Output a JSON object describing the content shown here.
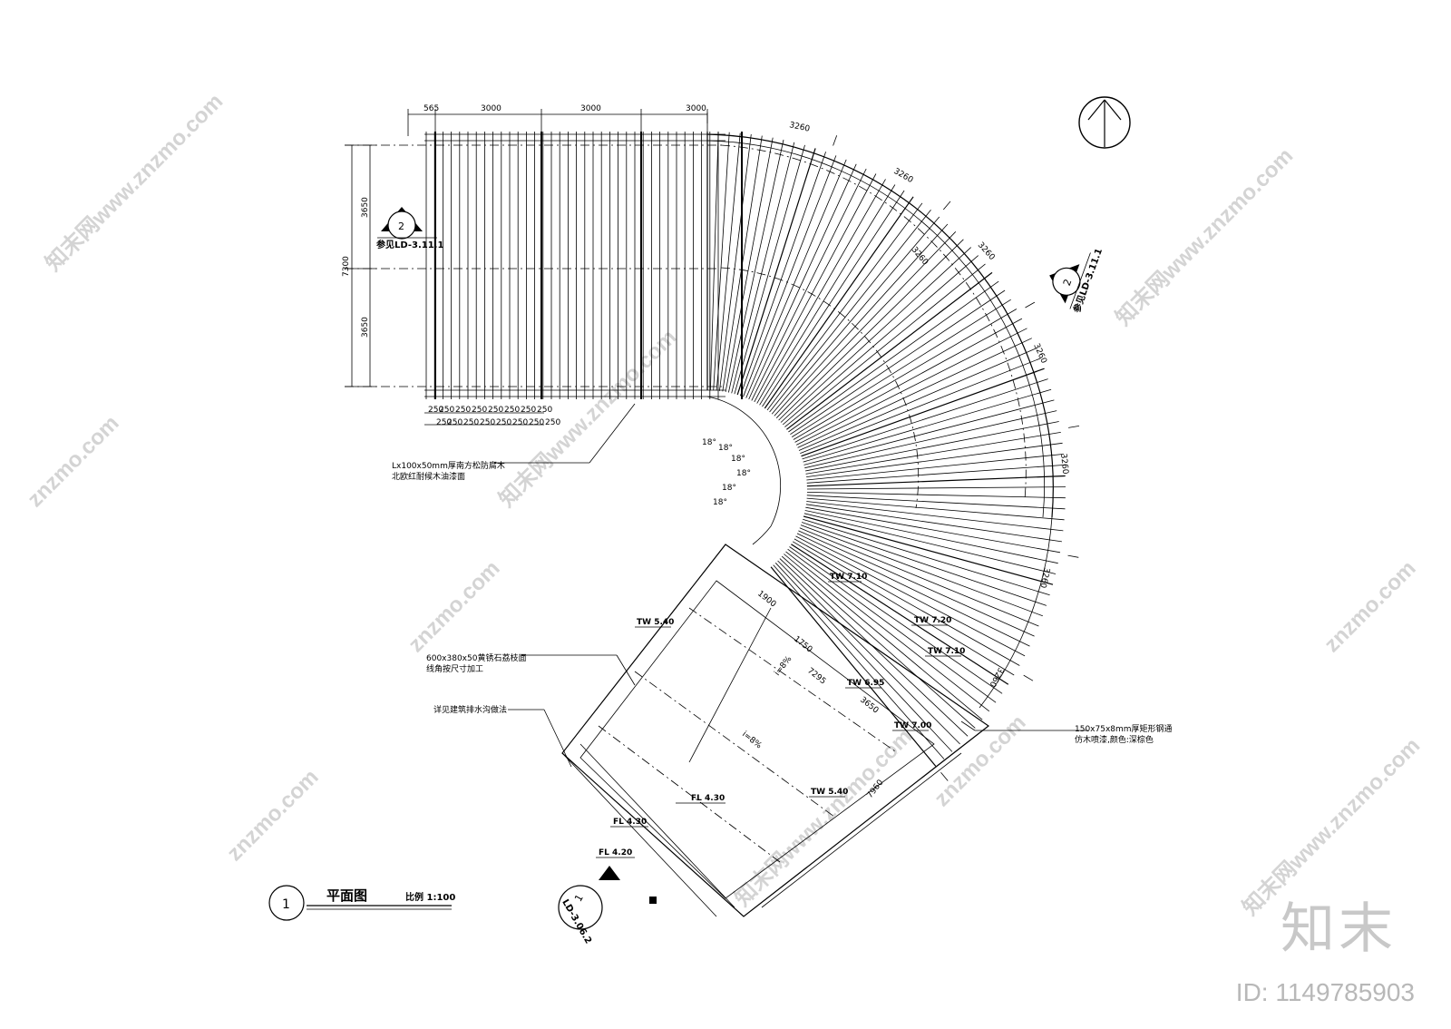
{
  "dimensions": {
    "top": [
      "565",
      "3000",
      "3000",
      "3000"
    ],
    "left_total": "7300",
    "left_parts": [
      "3650",
      "3650"
    ],
    "spacing_row1": [
      "250",
      "250",
      "250",
      "250",
      "250",
      "250",
      "250",
      "250"
    ],
    "spacing_row2": [
      "250",
      "250",
      "250",
      "250",
      "250",
      "250",
      "250",
      "250"
    ],
    "arc_segments": [
      "3260",
      "3260",
      "3260",
      "3260",
      "3260",
      "3260",
      "3260",
      "3260"
    ],
    "angles": [
      "18°",
      "18°",
      "18°",
      "18°",
      "18°",
      "18°"
    ],
    "ramp": [
      "1900",
      "1750",
      "7295",
      "3650",
      "7960"
    ],
    "slopes": [
      "i=8%",
      "i=8%"
    ]
  },
  "levels": {
    "tw_710a": "TW 7.10",
    "tw_540a": "TW 5.40",
    "tw_720": "TW 7.20",
    "tw_710b": "TW 7.10",
    "tw_695": "TW 6.95",
    "tw_700": "TW 7.00",
    "tw_540b": "TW 5.40",
    "fl_430a": "FL 4.30",
    "fl_430b": "FL 4.30",
    "fl_420": "FL 4.20"
  },
  "section_marks": {
    "left": {
      "number": "2",
      "ref": "参见LD-3.11.1"
    },
    "right": {
      "number": "2",
      "ref": "参见LD-3.11.1"
    },
    "bottom": {
      "number": "1",
      "ref": "LD-3.06.2"
    }
  },
  "notes": {
    "timber_1": "Lx100x50mm厚南方松防腐木",
    "timber_2": "北欧红耐候木油漆面",
    "stone_1": "600x380x50黄锈石荔枝面",
    "stone_2": "线角按尺寸加工",
    "drain": "详见建筑排水沟做法",
    "steel_1": "150x75x8mm厚矩形钢通",
    "steel_2": "仿木喷漆,颜色:深棕色"
  },
  "title_block": {
    "number": "1",
    "title": "平面图",
    "scale": "比例 1:100"
  },
  "watermark": "znzmo.com",
  "watermark_logo": "知末网www.znzmo.com",
  "brand": "知末",
  "image_id": "ID: 1149785903"
}
